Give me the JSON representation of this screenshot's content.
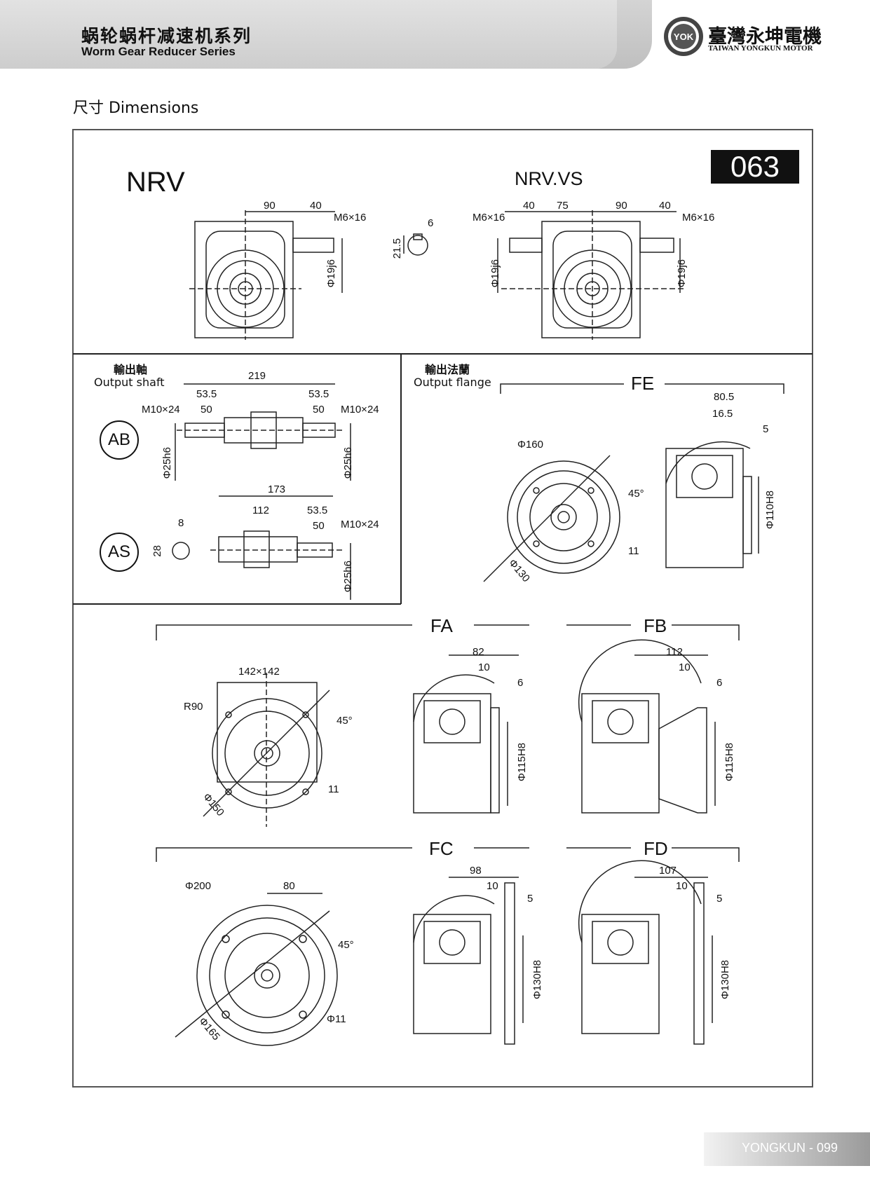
{
  "header": {
    "title_cn": "蜗轮蜗杆减速机系列",
    "title_en": "Worm Gear Reducer Series",
    "brand_cn": "臺灣永坤電機",
    "brand_en": "TAIWAN YONGKUN MOTOR",
    "logo_text": "YOK"
  },
  "section_title": "尺寸 Dimensions",
  "model_badge": "063",
  "top": {
    "nrv_label": "NRV",
    "nrvvs_label": "NRV.VS",
    "nrv_dims": {
      "d90": "90",
      "d40": "40",
      "m6": "M6×16",
      "phi19": "Φ19j6"
    },
    "key_dims": {
      "d6": "6",
      "d215": "21.5"
    },
    "vs_dims": {
      "m6a": "M6×16",
      "d40a": "40",
      "d75": "75",
      "d90": "90",
      "d40b": "40",
      "m6b": "M6×16",
      "phi19a": "Φ19j6",
      "phi19b": "Φ19j6"
    }
  },
  "output_shaft": {
    "title_cn": "輸出軸",
    "title_en": "Output shaft",
    "ab": {
      "label": "AB",
      "d219": "219",
      "d535a": "53.5",
      "d535b": "53.5",
      "m10a": "M10×24",
      "d50a": "50",
      "d50b": "50",
      "m10b": "M10×24",
      "phi25a": "Φ25h6",
      "phi25b": "Φ25h6"
    },
    "as": {
      "label": "AS",
      "d173": "173",
      "d112": "112",
      "d535": "53.5",
      "d50": "50",
      "m10": "M10×24",
      "d8": "8",
      "d28": "28",
      "phi25": "Φ25h6"
    }
  },
  "output_flange": {
    "title_cn": "輸出法蘭",
    "title_en": "Output flange",
    "fe": {
      "label": "FE",
      "d805": "80.5",
      "d165": "16.5",
      "d5": "5",
      "phi160": "Φ160",
      "a45": "45°",
      "phi130": "Φ130",
      "d11": "11",
      "phi110": "Φ110H8"
    }
  },
  "fa": {
    "label": "FA",
    "sq": "142×142",
    "r90": "R90",
    "a45": "45°",
    "phi150": "Φ150",
    "d11": "11",
    "d82": "82",
    "d10": "10",
    "d6": "6",
    "phi115": "Φ115H8"
  },
  "fb": {
    "label": "FB",
    "d112": "112",
    "d10": "10",
    "d6": "6",
    "phi115": "Φ115H8"
  },
  "fc": {
    "label": "FC",
    "phi200": "Φ200",
    "d80": "80",
    "a45": "45°",
    "phi165": "Φ165",
    "phi11": "Φ11",
    "d98": "98",
    "d10": "10",
    "d5": "5",
    "phi130": "Φ130H8"
  },
  "fd": {
    "label": "FD",
    "d107": "107",
    "d10": "10",
    "d5": "5",
    "phi130": "Φ130H8"
  },
  "footer": "YONGKUN - 099"
}
